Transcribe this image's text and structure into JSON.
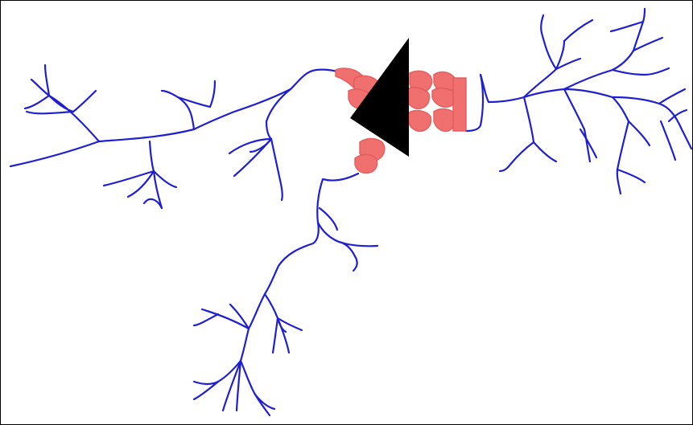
{
  "diagram": {
    "description_visible_text": "",
    "colors": {
      "neuron": "#1f1fd0",
      "synapse_fill": "#f07070",
      "synapse_stroke": "#e05a5a",
      "blocker": "#000000",
      "background": "#ffffff",
      "frame": "#000000"
    },
    "elements": {
      "left_neuron": "left-neuron-dendrites",
      "right_neuron": "right-neuron-dendrites",
      "lower_neuron": "lower-neuron-dendrites",
      "synapses": "synaptic-boutons",
      "blocker": "black-triangle-blocker"
    }
  }
}
